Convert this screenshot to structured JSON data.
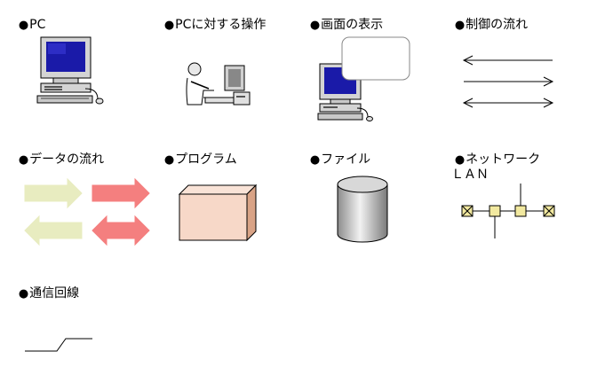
{
  "legend": {
    "bullet": "●",
    "items": [
      {
        "id": "pc",
        "label": "PC",
        "icon": "desktop-pc-icon"
      },
      {
        "id": "pc_operation",
        "label": "PCに対する操作",
        "icon": "person-at-pc-icon"
      },
      {
        "id": "screen_display",
        "label": "画面の表示",
        "icon": "pc-screen-callout-icon"
      },
      {
        "id": "control_flow",
        "label": "制御の流れ",
        "icon": "control-flow-arrows-icon"
      },
      {
        "id": "data_flow",
        "label": "データの流れ",
        "icon": "data-flow-arrows-icon"
      },
      {
        "id": "program",
        "label": "プログラム",
        "icon": "program-box-icon"
      },
      {
        "id": "file",
        "label": "ファイル",
        "icon": "file-cylinder-icon"
      },
      {
        "id": "network",
        "label": "ネットワーク\n　ＬＡＮ",
        "icon": "lan-bus-icon"
      },
      {
        "id": "comm_line",
        "label": "通信回線",
        "icon": "comm-line-icon"
      }
    ]
  },
  "colors": {
    "monitor_screen": "#1a1aa8",
    "data_arrow_light": "#e8ecc0",
    "data_arrow_red": "#f47f7f",
    "program_box_front": "#f7d8c8",
    "program_box_side": "#d9a386",
    "cylinder_gray": "#a9a9a9",
    "lan_node": "#f2e9a0"
  }
}
